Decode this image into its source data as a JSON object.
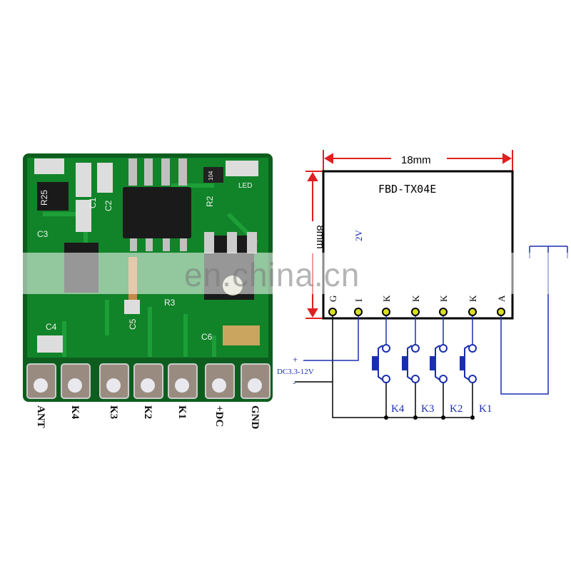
{
  "pcb": {
    "pin_labels": [
      "ANT",
      "K4",
      "K3",
      "K2",
      "K1",
      "+DC",
      "GND"
    ],
    "silkscreen": [
      "R25",
      "C3",
      "C1",
      "C2",
      "R2",
      "LED",
      "R3",
      "C5",
      "C4",
      "C6",
      "104"
    ]
  },
  "diagram": {
    "module_name": "FBD-TX04E",
    "width_dim": "18mm",
    "height_dim": "8mm",
    "pin_letters": [
      "G",
      "I",
      "K",
      "K",
      "K",
      "K",
      "A"
    ],
    "voltage_fragment": "2V",
    "power_plus": "+",
    "power_label": "DC3.3-12V",
    "power_minus": "-",
    "button_labels": [
      "K4",
      "K3",
      "K2",
      "K1"
    ],
    "colors": {
      "dimension": "#e02020",
      "wire": "#1a2fb0",
      "pin": "#d8e020",
      "pcb": "#0f6b22"
    }
  },
  "watermark": "en.china.cn"
}
